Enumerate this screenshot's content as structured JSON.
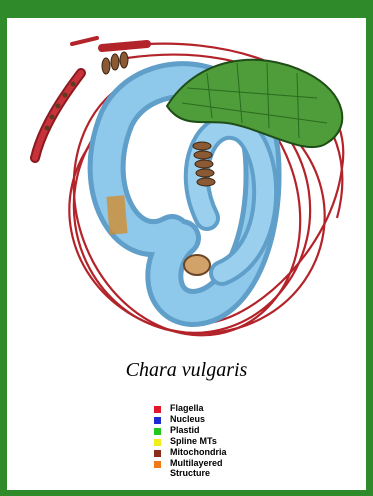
{
  "caption": "Chara vulgaris",
  "colors": {
    "background": "#2f8a2a",
    "panel": "#ffffff",
    "flagella": "#b3232a",
    "nucleus_body": "#7fbbe0",
    "plastid": "#3d8f2e",
    "mitochondria": "#6b4626",
    "multilayered": "#d58a24"
  },
  "legend": [
    {
      "label": "Flagella",
      "color": "#e2162a"
    },
    {
      "label": "Nucleus",
      "color": "#1a2bd1"
    },
    {
      "label": "Plastid",
      "color": "#23c61e"
    },
    {
      "label": "Spline MTs",
      "color": "#f2ee1c"
    },
    {
      "label": "Mitochondria",
      "color": "#8a2e1c"
    },
    {
      "label": "Multilayered Structure",
      "color": "#f07a1a"
    }
  ]
}
